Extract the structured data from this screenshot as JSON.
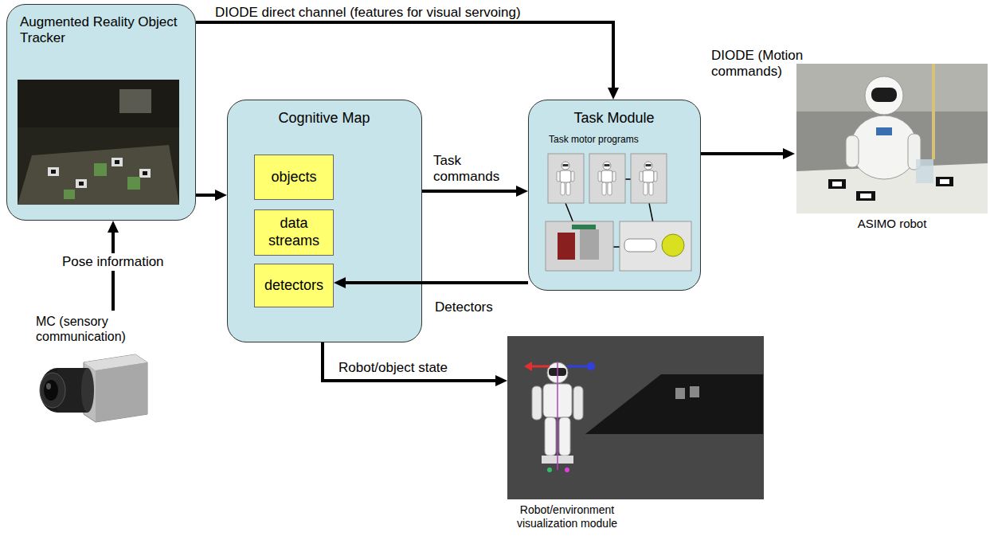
{
  "diagram": {
    "nodes": [
      {
        "text": [
          "Augmented Reality Object Tracker"
        ]
      },
      {
        "text": [
          "Cognitive Map"
        ]
      },
      {
        "text": [
          "objects"
        ],
        "in": 1
      },
      {
        "text": [
          "data streams"
        ],
        "in": 1
      },
      {
        "text": [
          "detectors"
        ],
        "in": 1
      },
      {
        "text": [
          "Task Module",
          "Task motor programs"
        ]
      },
      {
        "text": [
          "ASIMO robot"
        ]
      },
      {
        "text": [
          "MC (sensory communication)"
        ]
      },
      {
        "text": [
          "Robot/environment visualization module"
        ]
      }
    ],
    "edges": [
      {
        "from": 0,
        "to": 5,
        "arrow": "to",
        "label": "DIODE direct channel (features for visual servoing)"
      },
      {
        "from": 0,
        "to": 1,
        "arrow": "to"
      },
      {
        "from": 1,
        "to": 5,
        "arrow": "to",
        "label": "Task commands"
      },
      {
        "from": 5,
        "to": 4,
        "arrow": "to",
        "label": "Detectors"
      },
      {
        "from": 1,
        "to": 8,
        "arrow": "to",
        "label": "Robot/object state"
      },
      {
        "from": 5,
        "to": 6,
        "arrow": "to",
        "label": "DIODE (Motion commands)"
      },
      {
        "from": 7,
        "to": 0,
        "arrow": "to",
        "label": "Pose information"
      }
    ]
  }
}
